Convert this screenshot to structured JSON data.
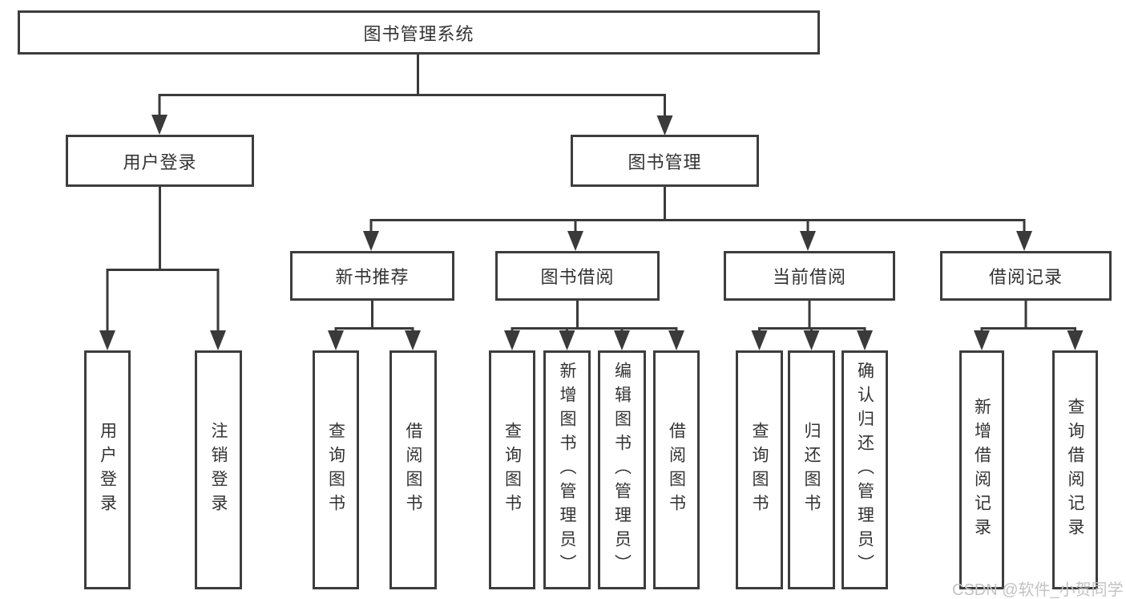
{
  "tree": {
    "root": {
      "label": "图书管理系统"
    },
    "branches": [
      {
        "label": "用户登录",
        "children": [
          {
            "label": "用户登录"
          },
          {
            "label": "注销登录"
          }
        ]
      },
      {
        "label": "图书管理",
        "sections": [
          {
            "label": "新书推荐",
            "children": [
              {
                "label": "查询图书"
              },
              {
                "label": "借阅图书"
              }
            ]
          },
          {
            "label": "图书借阅",
            "children": [
              {
                "label": "查询图书"
              },
              {
                "label": "新增图书（管理员）"
              },
              {
                "label": "编辑图书（管理员）"
              },
              {
                "label": "借阅图书"
              }
            ]
          },
          {
            "label": "当前借阅",
            "children": [
              {
                "label": "查询图书"
              },
              {
                "label": "归还图书"
              },
              {
                "label": "确认归还（管理员）"
              }
            ]
          },
          {
            "label": "借阅记录",
            "children": [
              {
                "label": "新增借阅记录"
              },
              {
                "label": "查询借阅记录"
              }
            ]
          }
        ]
      }
    ]
  },
  "watermark": {
    "text": "CSDN @软件_小贺同学"
  },
  "colors": {
    "line": "#3a3a3a",
    "box-border": "#3d3d3d",
    "text": "#333333",
    "watermark": "#c3c3c3",
    "background": "#ffffff"
  }
}
